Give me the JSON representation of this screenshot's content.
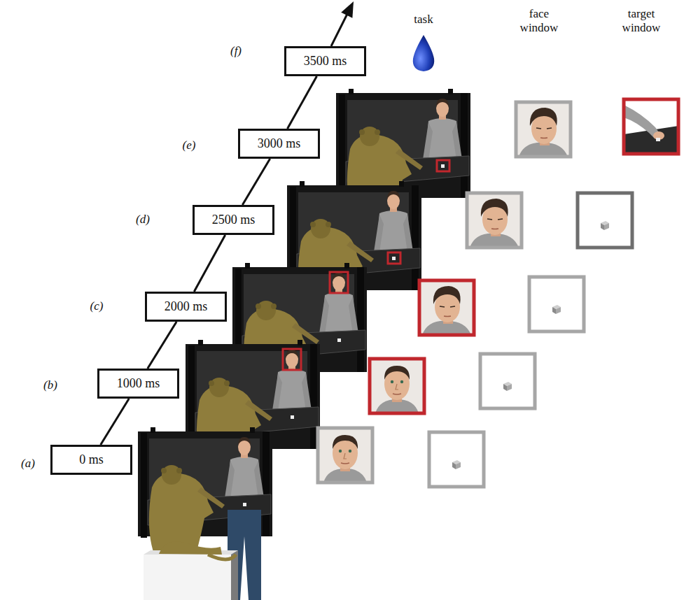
{
  "diagram": {
    "nodes": [
      {
        "text": [
          "0 ms"
        ]
      },
      {
        "text": [
          "1000 ms"
        ]
      },
      {
        "text": [
          "2000 ms"
        ]
      },
      {
        "text": [
          "2500 ms"
        ]
      },
      {
        "text": [
          "3000 ms"
        ]
      },
      {
        "text": [
          "3500 ms"
        ]
      }
    ],
    "edges": [
      {
        "from": 0,
        "to": 1,
        "arrow": "none"
      },
      {
        "from": 1,
        "to": 2,
        "arrow": "none"
      },
      {
        "from": 2,
        "to": 3,
        "arrow": "none"
      },
      {
        "from": 3,
        "to": 4,
        "arrow": "none"
      },
      {
        "from": 4,
        "to": 5,
        "arrow": "none"
      }
    ],
    "labels": [
      "task",
      "face window",
      "target window",
      "(a)",
      "(b)",
      "(c)",
      "(d)",
      "(e)",
      "(f)"
    ]
  }
}
